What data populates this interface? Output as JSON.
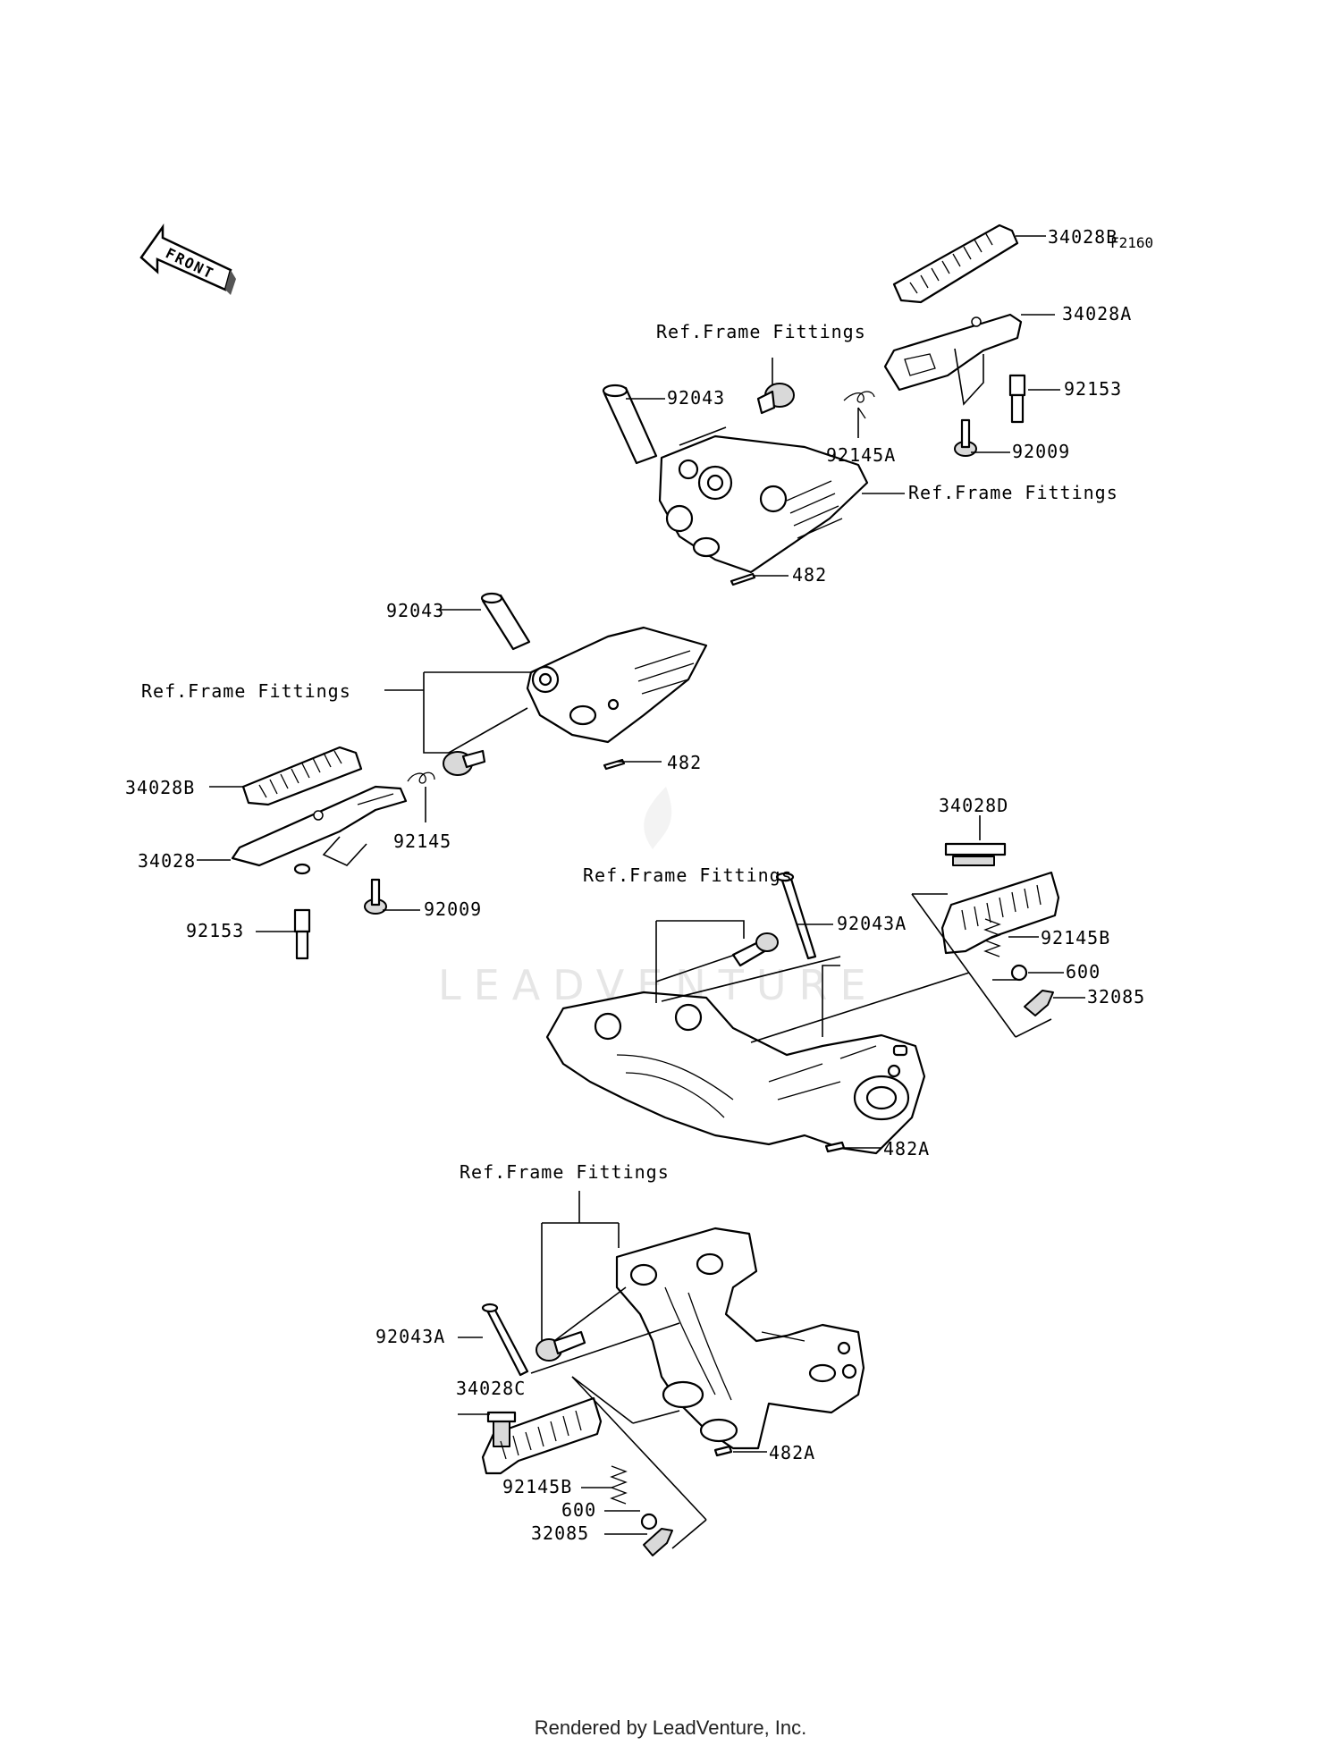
{
  "diagram_code": "F2160",
  "front_label": "FRONT",
  "watermark": "LEADVENTURE",
  "footer": "Rendered by LeadVenture, Inc.",
  "labels": {
    "rf1": "Ref.Frame Fittings",
    "rf2": "Ref.Frame Fittings",
    "rf3": "Ref.Frame Fittings",
    "rf4": "Ref.Frame Fittings",
    "rf5": "Ref.Frame Fittings",
    "p34028B_1": "34028B",
    "p34028A": "34028A",
    "p92153_1": "92153",
    "p92009_1": "92009",
    "p92043_1": "92043",
    "p92145A": "92145A",
    "p482_1": "482",
    "p92043_2": "92043",
    "p482_2": "482",
    "p34028B_2": "34028B",
    "p34028": "34028",
    "p92145": "92145",
    "p92009_2": "92009",
    "p92153_2": "92153",
    "p34028D": "34028D",
    "p92043A_1": "92043A",
    "p92145B_1": "92145B",
    "p600_1": "600",
    "p32085_1": "32085",
    "p482A_1": "482A",
    "p92043A_2": "92043A",
    "p34028C": "34028C",
    "p482A_2": "482A",
    "p92145B_2": "92145B",
    "p600_2": "600",
    "p32085_2": "32085"
  }
}
